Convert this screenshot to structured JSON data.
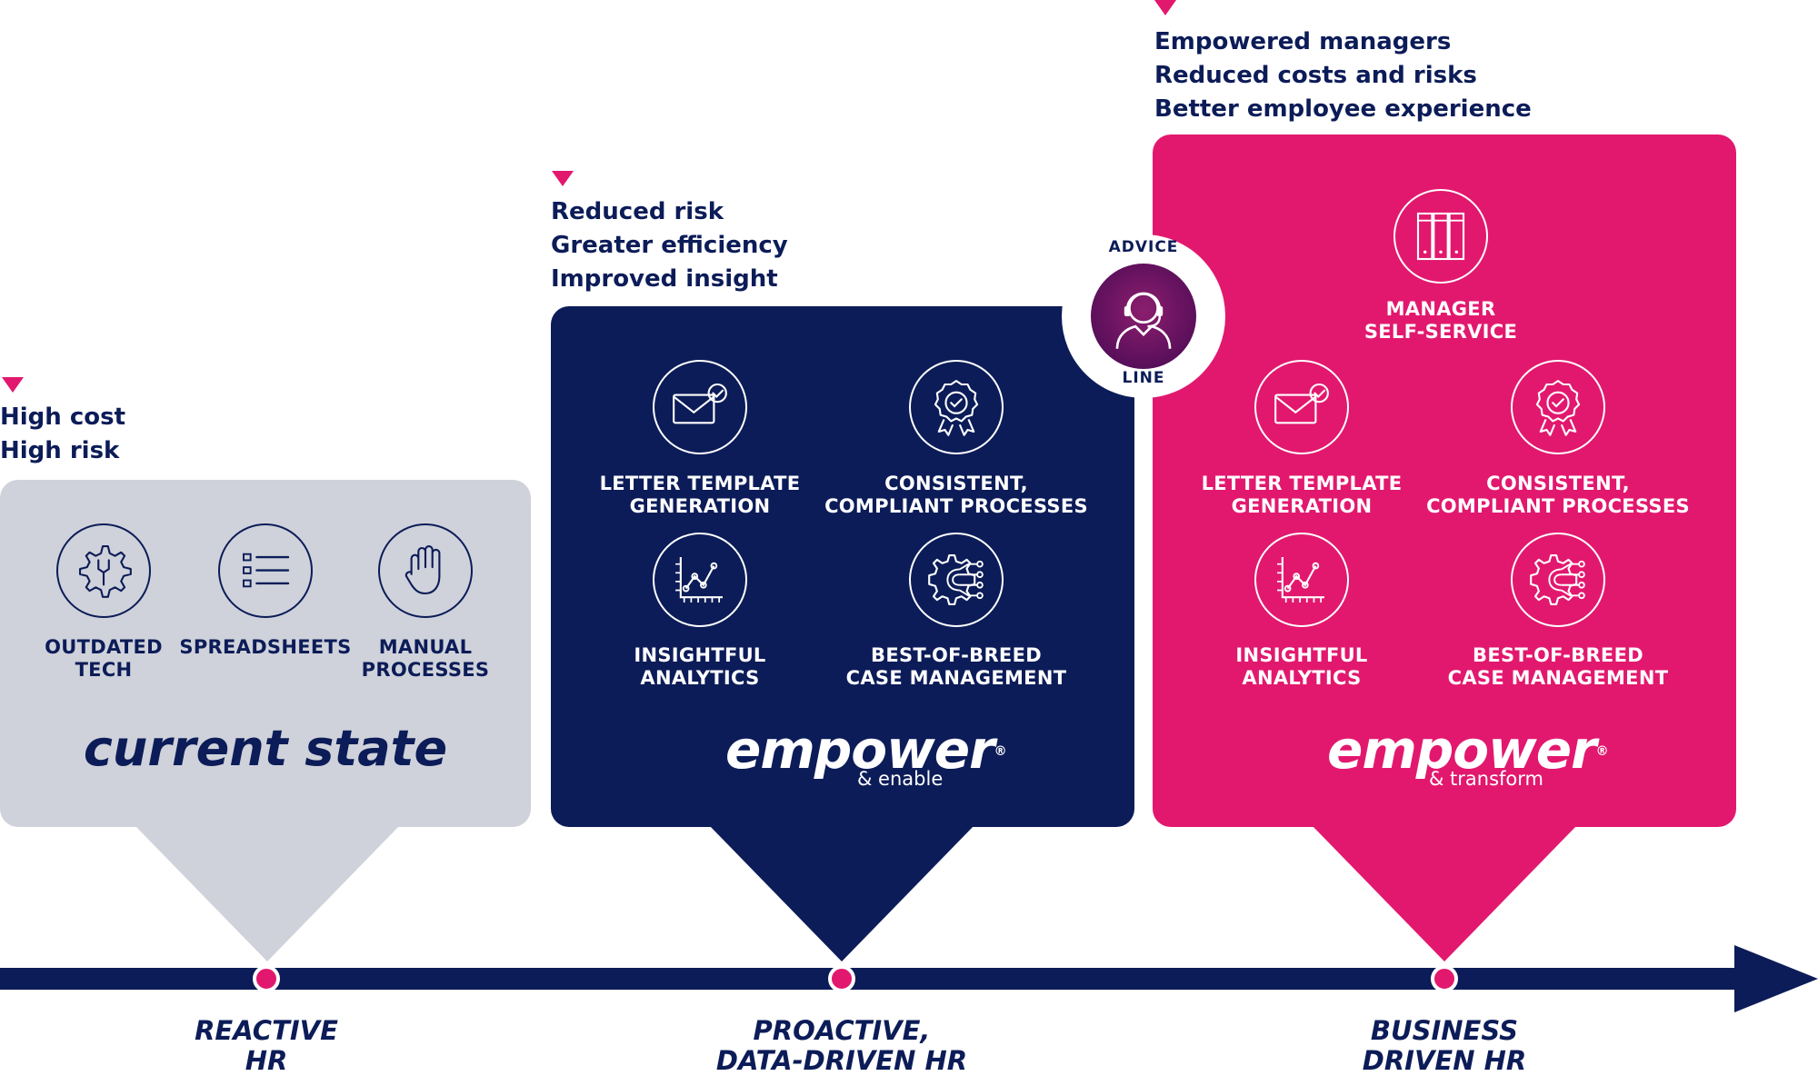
{
  "colors": {
    "navy": "#0c1c58",
    "pink": "#e2186e",
    "grey": "#cfd2da",
    "white": "#ffffff"
  },
  "current": {
    "bullets": [
      "High cost",
      "High risk"
    ],
    "items": [
      {
        "icon": "gear-wrench-icon",
        "label": "OUTDATED\nTECH"
      },
      {
        "icon": "list-icon",
        "label": "SPREADSHEETS"
      },
      {
        "icon": "hand-icon",
        "label": "MANUAL\nPROCESSES"
      }
    ],
    "title": "current state"
  },
  "enable": {
    "bullets": [
      "Reduced risk",
      "Greater efficiency",
      "Improved insight"
    ],
    "items": [
      {
        "icon": "envelope-check-icon",
        "label": "LETTER TEMPLATE\nGENERATION"
      },
      {
        "icon": "award-badge-icon",
        "label": "CONSISTENT,\nCOMPLIANT PROCESSES"
      },
      {
        "icon": "analytics-chart-icon",
        "label": "INSIGHTFUL\nANALYTICS"
      },
      {
        "icon": "gear-circuit-icon",
        "label": "BEST-OF-BREED\nCASE MANAGEMENT"
      }
    ],
    "brand": "empower",
    "brand_mark": "®",
    "brand_sub": "& enable"
  },
  "advice": {
    "top": "ADVICE",
    "bottom": "LINE",
    "icon": "headset-agent-icon"
  },
  "transform": {
    "bullets": [
      "Empowered managers",
      "Reduced costs and risks",
      "Better employee experience"
    ],
    "top_item": {
      "icon": "server-icon",
      "label": "MANAGER\nSELF-SERVICE"
    },
    "items": [
      {
        "icon": "envelope-check-icon",
        "label": "LETTER TEMPLATE\nGENERATION"
      },
      {
        "icon": "award-badge-icon",
        "label": "CONSISTENT,\nCOMPLIANT PROCESSES"
      },
      {
        "icon": "analytics-chart-icon",
        "label": "INSIGHTFUL\nANALYTICS"
      },
      {
        "icon": "gear-circuit-icon",
        "label": "BEST-OF-BREED\nCASE MANAGEMENT"
      }
    ],
    "brand": "empower",
    "brand_mark": "®",
    "brand_sub": "& transform"
  },
  "timeline": {
    "stages": [
      "REACTIVE\nHR",
      "PROACTIVE,\nDATA-DRIVEN HR",
      "BUSINESS\nDRIVEN HR"
    ]
  }
}
